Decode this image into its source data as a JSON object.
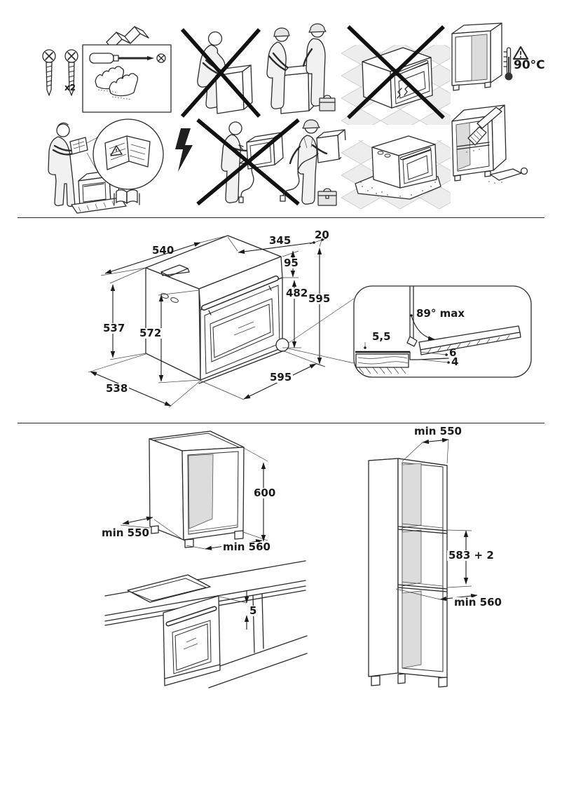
{
  "pictograms": {
    "screw_count": "x2",
    "max_cabinet_temp": "90°C"
  },
  "oven_dimensions": {
    "body_width": "540",
    "top_depth": "345",
    "rear_gap": "20",
    "control_panel_height": "95",
    "door_height": "482",
    "overall_height": "595",
    "side_height": "537",
    "body_height": "572",
    "body_depth": "538",
    "overall_width": "595"
  },
  "door_detail": {
    "max_opening_angle": "89° max",
    "front_gap": "5,5",
    "upper_gap": "6",
    "lower_gap": "4"
  },
  "base_cabinet": {
    "depth_min": "min 550",
    "width_min": "min 560",
    "height": "600"
  },
  "worktop": {
    "clearance": "5"
  },
  "tall_cabinet": {
    "depth_min": "min 550",
    "niche_height": "583 + 2",
    "width_min": "min 560"
  }
}
